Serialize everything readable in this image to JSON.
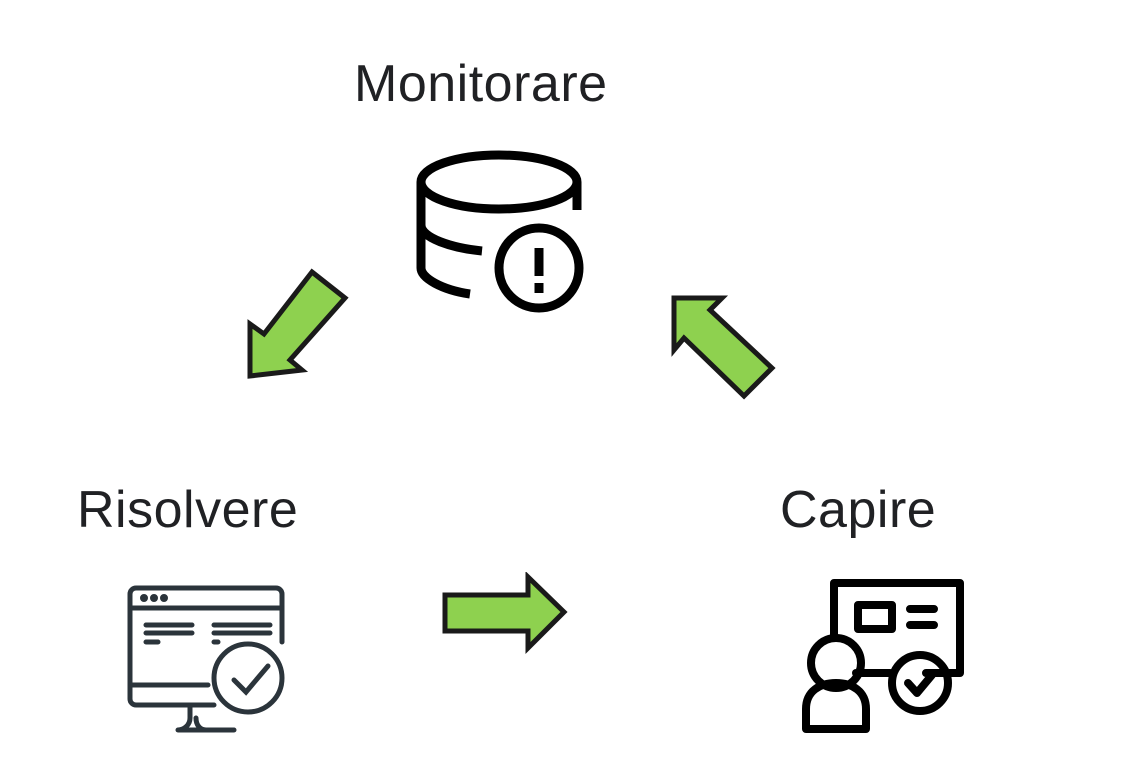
{
  "diagram": {
    "type": "cycle",
    "arrow_color": "#8ed14f",
    "arrow_outline": "#1a1a1a",
    "steps": [
      {
        "label": "Monitorare",
        "icon": "database-alert-icon"
      },
      {
        "label": "Risolvere",
        "icon": "monitor-check-icon"
      },
      {
        "label": "Capire",
        "icon": "presenter-check-icon"
      }
    ],
    "flow": [
      {
        "from": "Monitorare",
        "to": "Risolvere"
      },
      {
        "from": "Risolvere",
        "to": "Capire"
      },
      {
        "from": "Capire",
        "to": "Monitorare"
      }
    ]
  }
}
